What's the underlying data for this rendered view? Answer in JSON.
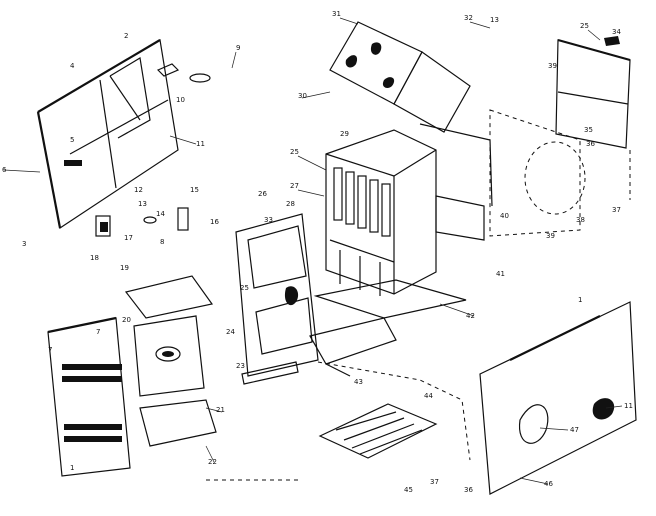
{
  "diagram": {
    "labels": {
      "l1a": "1",
      "l1b": "1",
      "l2": "2",
      "l3": "3",
      "l4": "4",
      "l5": "5",
      "l6": "6",
      "l7a": "7",
      "l7b": "7",
      "l8": "8",
      "l9": "9",
      "l10": "10",
      "l11a": "11",
      "l11b": "11",
      "l12": "12",
      "l13a": "13",
      "l13b": "13",
      "l14": "14",
      "l15": "15",
      "l16": "16",
      "l17": "17",
      "l18": "18",
      "l19": "19",
      "l20": "20",
      "l21": "21",
      "l22": "22",
      "l23": "23",
      "l24": "24",
      "l25a": "25",
      "l25b": "25",
      "l26": "26",
      "l27": "27",
      "l28": "28",
      "l29": "29",
      "l30": "30",
      "l31": "31",
      "l32": "32",
      "l33": "33",
      "l34": "34",
      "l35": "35",
      "l36a": "36",
      "l36b": "36",
      "l37a": "37",
      "l37b": "37",
      "l38": "38",
      "l39": "39",
      "l40": "40",
      "l41": "41",
      "l42": "42",
      "l43": "43",
      "l44": "44",
      "l45": "45",
      "l46": "46",
      "l47": "47"
    }
  }
}
